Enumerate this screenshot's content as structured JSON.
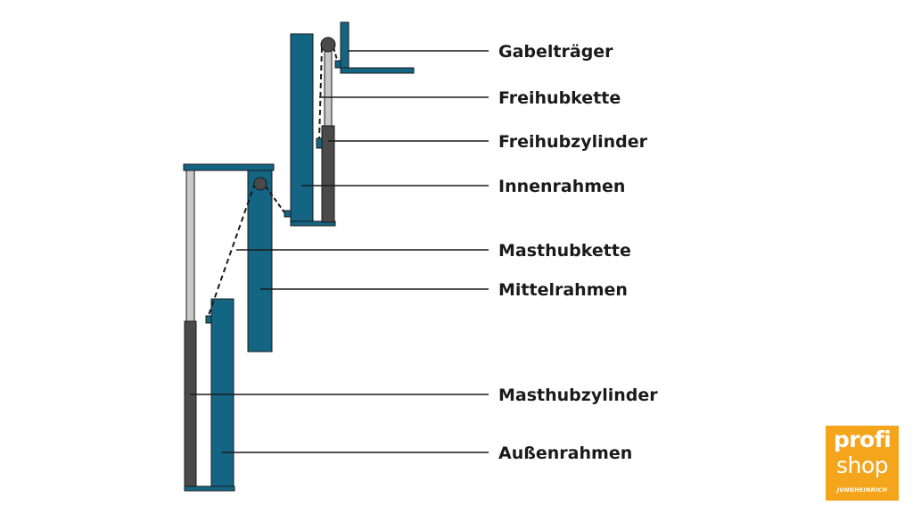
{
  "colors": {
    "frame": "#136583",
    "cylinder": "#4a4a4a",
    "piston": "#c8c8c8",
    "outline": "#1a1a1a",
    "chain": "#1a1a1a",
    "brand": "#f4a51c"
  },
  "labels": {
    "gabeltraeger": "Gabelträger",
    "freihubkette": "Freihubkette",
    "freihubzylinder": "Freihubzylinder",
    "innenrahmen": "Innenrahmen",
    "masthubkette": "Masthubkette",
    "mittelrahmen": "Mittelrahmen",
    "masthubzylinder": "Masthubzylinder",
    "aussenrahmen": "Außenrahmen"
  },
  "logo": {
    "line1": "profi",
    "line2": "shop",
    "line3": "JUNGHEINRICH"
  }
}
